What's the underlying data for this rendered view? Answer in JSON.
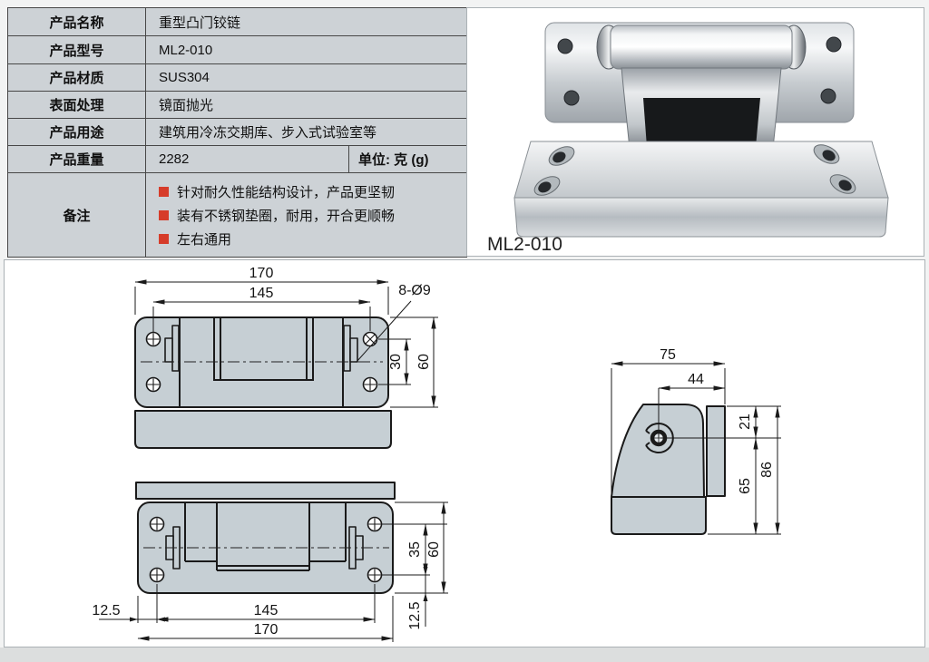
{
  "colors": {
    "accent_red": "#d63c2a",
    "table_bg": "#cdd2d6",
    "drawing_fill": "#c6cfd4",
    "outline": "#1a1a1a",
    "panel_border": "#abb1b5",
    "page_bg": "#f2f3f3"
  },
  "spec_table": {
    "rows": [
      {
        "label": "产品名称",
        "value": "重型凸门铰链"
      },
      {
        "label": "产品型号",
        "value": "ML2-010"
      },
      {
        "label": "产品材质",
        "value": "SUS304"
      },
      {
        "label": "表面处理",
        "value": "镜面抛光"
      },
      {
        "label": "产品用途",
        "value": "建筑用冷冻交期库、步入式试验室等"
      },
      {
        "label": "产品重量",
        "value": "2282",
        "unit": "单位: 克 (g)"
      }
    ],
    "remarks": {
      "label": "备注",
      "items": [
        "针对耐久性能结构设计，产品更坚韧",
        "装有不锈钢垫圈，耐用，开合更顺畅",
        "左右通用"
      ]
    }
  },
  "photo": {
    "caption": "ML2-010"
  },
  "drawings": {
    "top_view": {
      "total_width": "170",
      "hole_span": "145",
      "hole_callout": "8-Ø9",
      "hole_row_spacing": "30",
      "plate_height": "60"
    },
    "front_view": {
      "edge_to_hole": "12.5",
      "hole_span": "145",
      "total_width": "170",
      "hole_row_spacing": "35",
      "plate_height": "60",
      "hole_to_edge": "12.5"
    },
    "side_view": {
      "total_depth": "75",
      "pin_to_edge": "44",
      "top_to_pin": "21",
      "pin_to_bottom": "65",
      "total_height": "86"
    }
  }
}
